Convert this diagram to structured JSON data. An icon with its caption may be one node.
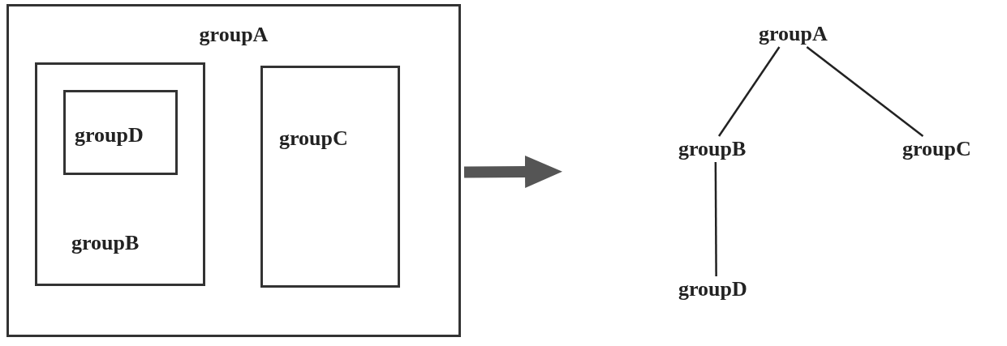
{
  "diagram": {
    "nodes": [
      {
        "text": [
          "groupA"
        ]
      },
      {
        "text": [
          "groupB"
        ],
        "in": 0
      },
      {
        "text": [
          "groupD"
        ],
        "in": 1
      },
      {
        "text": [
          "groupC"
        ],
        "in": 0
      },
      {
        "text": [
          "groupA"
        ]
      },
      {
        "text": [
          "groupB"
        ]
      },
      {
        "text": [
          "groupC"
        ]
      },
      {
        "text": [
          "groupD"
        ]
      }
    ],
    "edges": [
      {
        "from": 0,
        "to": null,
        "arrow": "to",
        "style": "thick",
        "color": "#555555"
      },
      {
        "from": 4,
        "to": 5,
        "arrow": "none"
      },
      {
        "from": 4,
        "to": 6,
        "arrow": "none"
      },
      {
        "from": 5,
        "to": 7,
        "arrow": "none"
      }
    ]
  }
}
